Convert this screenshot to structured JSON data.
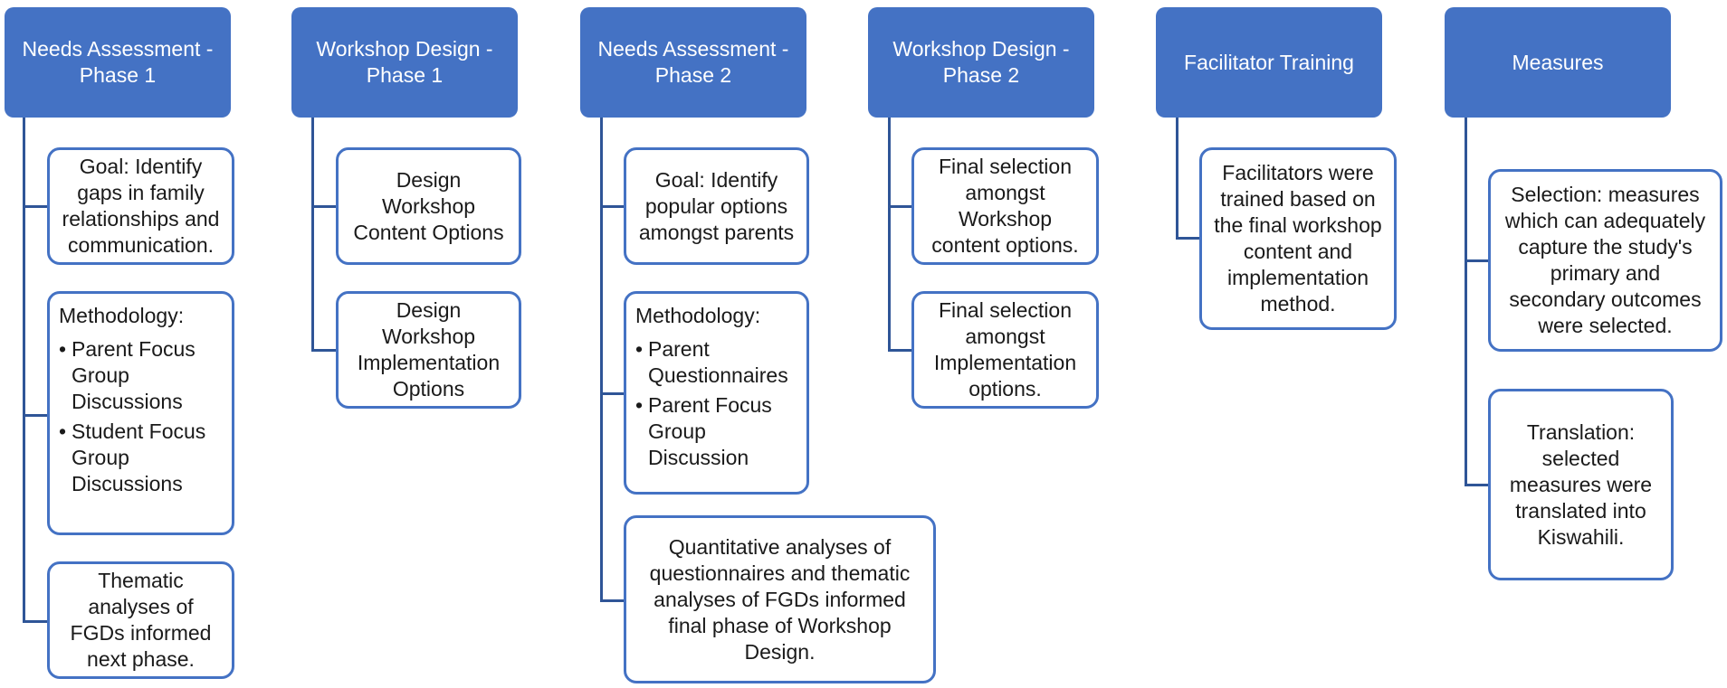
{
  "columns": [
    {
      "header": "Needs Assessment -\nPhase 1",
      "boxes": [
        {
          "text": "Goal: Identify gaps in family relationships and communication."
        },
        {
          "title": "Methodology:",
          "bullets": [
            "Parent Focus Group Discussions",
            "Student Focus Group Discussions"
          ]
        },
        {
          "text": "Thematic analyses of FGDs informed next phase."
        }
      ]
    },
    {
      "header": "Workshop Design -\nPhase 1",
      "boxes": [
        {
          "text": "Design Workshop Content Options"
        },
        {
          "text": "Design Workshop Implementation Options"
        }
      ]
    },
    {
      "header": "Needs Assessment -\nPhase 2",
      "boxes": [
        {
          "text": "Goal: Identify popular options amongst parents"
        },
        {
          "title": "Methodology:",
          "bullets": [
            "Parent Questionnaires",
            "Parent Focus Group Discussion"
          ]
        },
        {
          "text": "Quantitative analyses of questionnaires and thematic analyses of FGDs informed final phase of Workshop Design."
        }
      ]
    },
    {
      "header": "Workshop Design -\nPhase 2",
      "boxes": [
        {
          "text": "Final selection amongst Workshop content options."
        },
        {
          "text": "Final selection amongst Implementation options."
        }
      ]
    },
    {
      "header": "Facilitator Training",
      "boxes": [
        {
          "text": "Facilitators were trained based on the final workshop content and implementation method."
        }
      ]
    },
    {
      "header": "Measures",
      "boxes": [
        {
          "text": "Selection: measures which can adequately capture the study's primary and secondary outcomes were selected."
        },
        {
          "text": "Translation: selected measures were translated into Kiswahili."
        }
      ]
    }
  ],
  "colors": {
    "header_fill": "#4472c4",
    "header_text": "#ffffff",
    "box_border": "#4472c4",
    "connector": "#2f5597"
  }
}
